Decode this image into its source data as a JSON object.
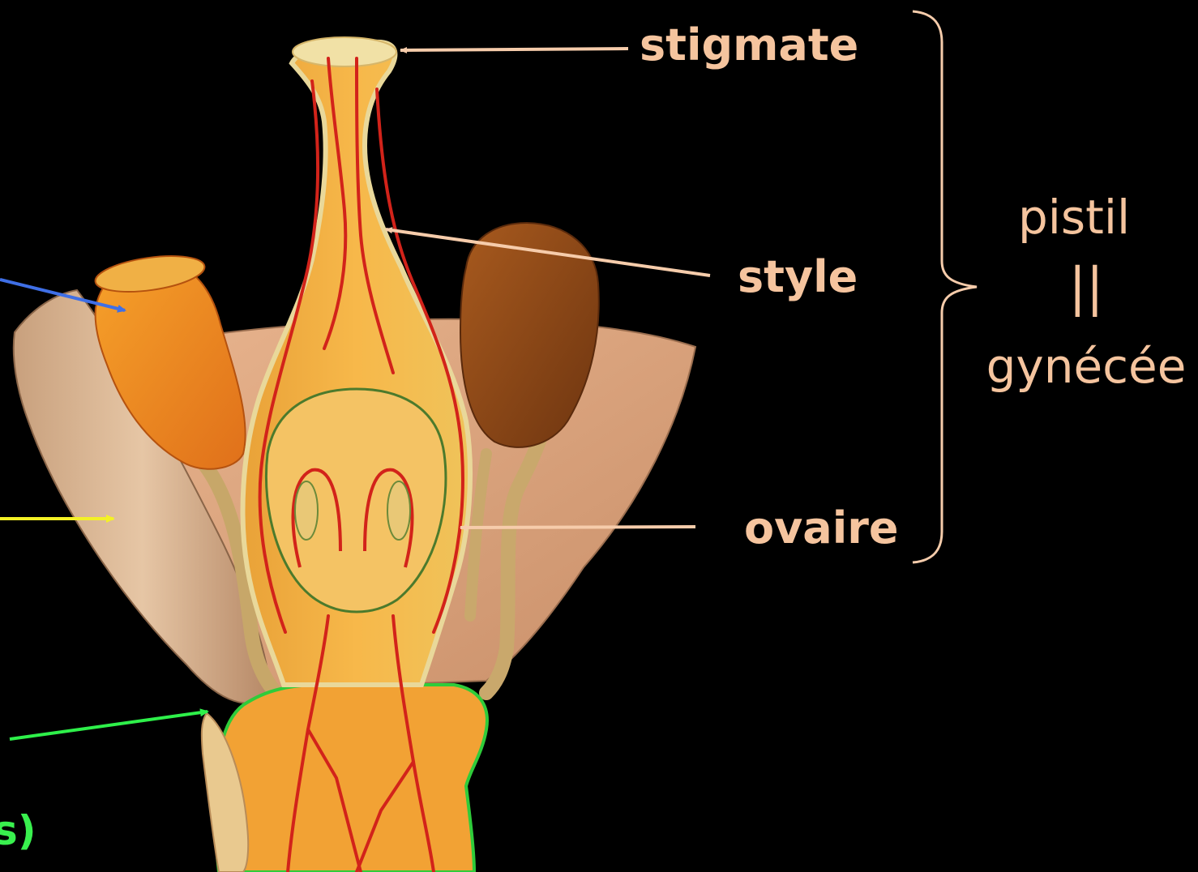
{
  "labels": {
    "stigmate": "stigmate",
    "style": "style",
    "ovaire": "ovaire",
    "pistil": "pistil",
    "equiv": "||",
    "gynecee": "gynécée",
    "partial_left": "s)"
  },
  "colors": {
    "background": "#000000",
    "label_color": "#f5c49e",
    "arrow_peach": "#f6ccab",
    "arrow_blue": "#3f6fe6",
    "arrow_yellow": "#f4f126",
    "arrow_green": "#2ef04a",
    "partial_label_color": "#39f04e"
  }
}
